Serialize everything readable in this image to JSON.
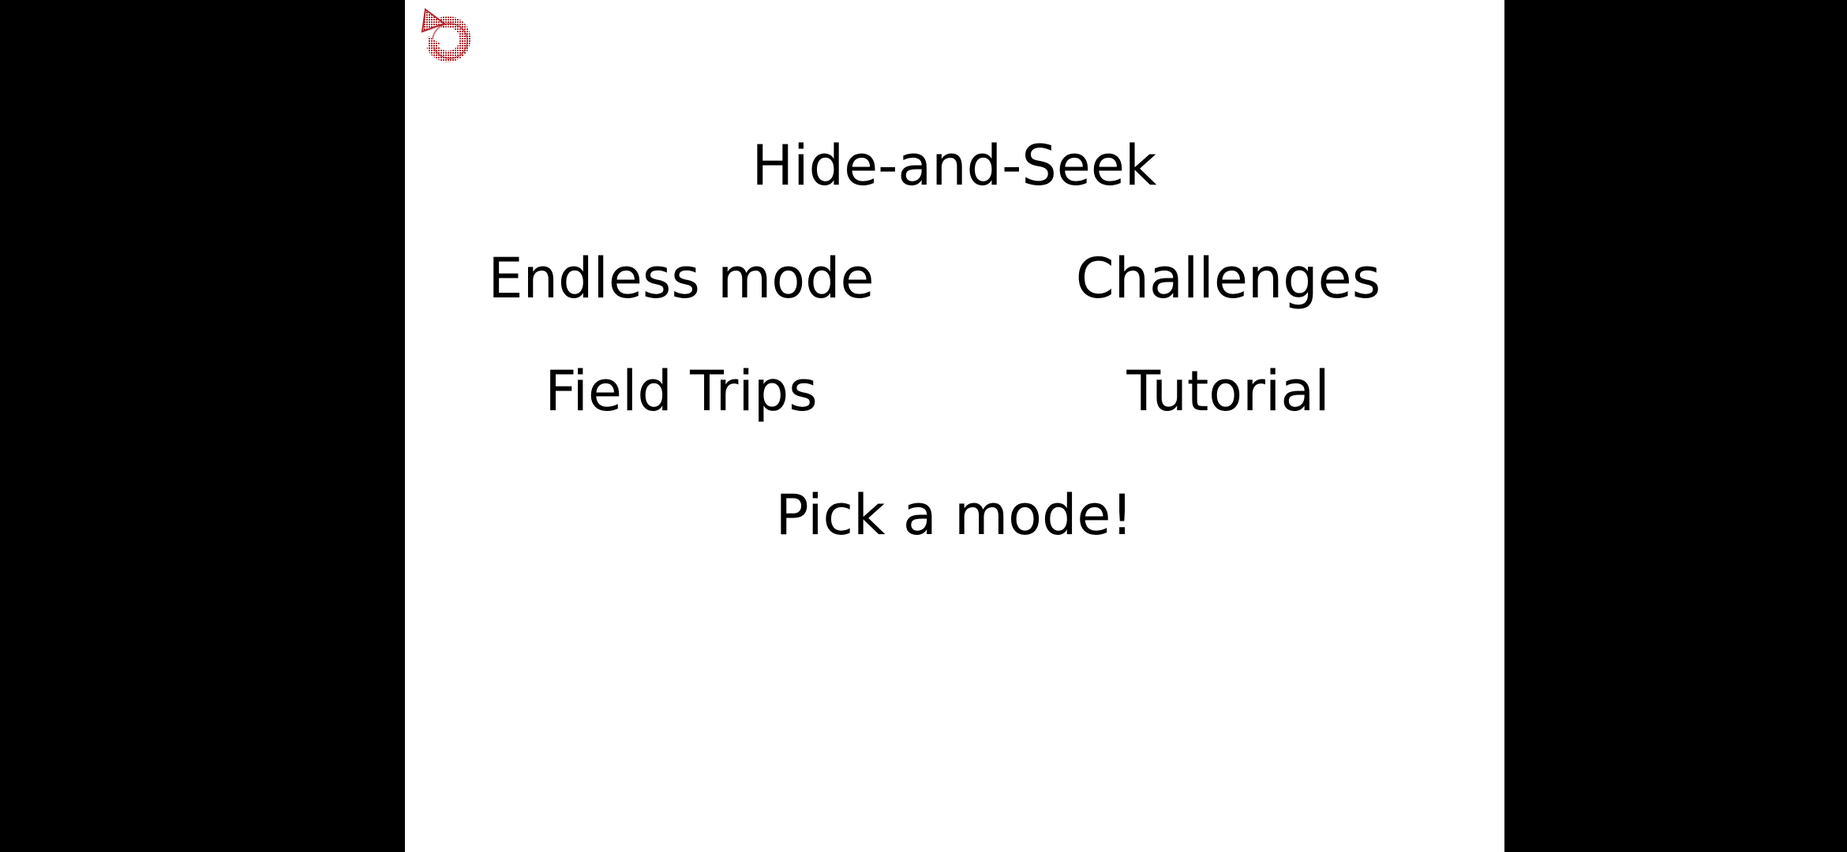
{
  "colors": {
    "background": "#000000",
    "screen": "#ffffff",
    "text": "#000000",
    "back_icon": "#b3222a"
  },
  "header": {
    "back_icon": "undo-arrow-icon",
    "title": "Hide-and-Seek"
  },
  "modes": {
    "endless": "Endless mode",
    "challenges": "Challenges",
    "field_trips": "Field Trips",
    "tutorial": "Tutorial"
  },
  "footer": {
    "prompt": "Pick a mode!"
  }
}
